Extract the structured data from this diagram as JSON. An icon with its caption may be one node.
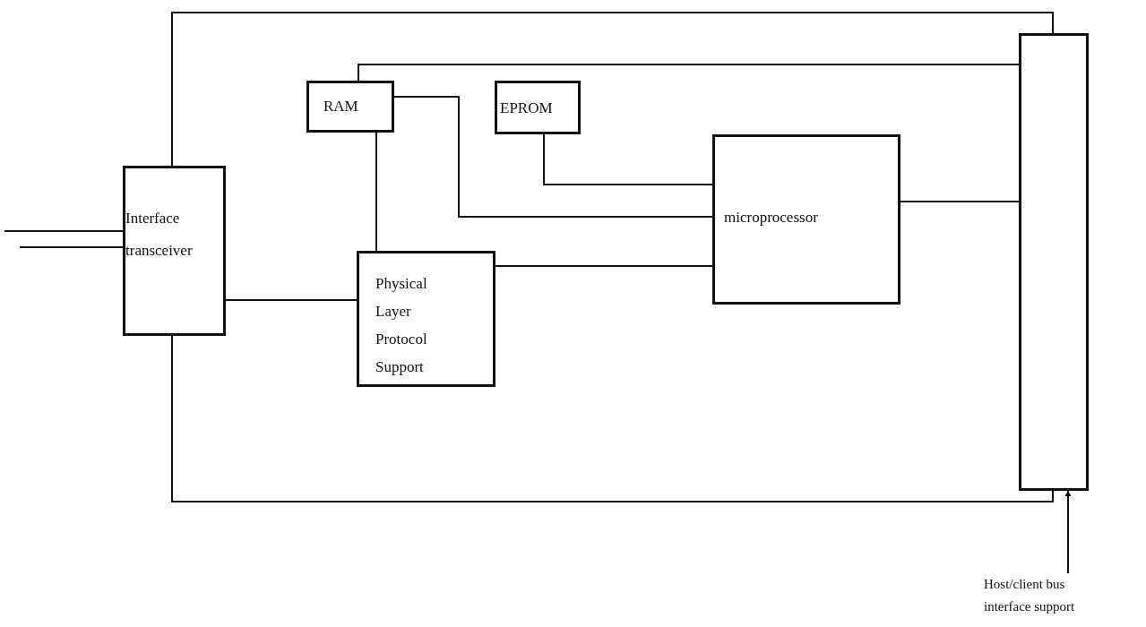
{
  "diagram": {
    "nodes": [
      {
        "text": [
          "RAM"
        ]
      },
      {
        "text": [
          "EPROM"
        ]
      },
      {
        "text": [
          "Interface transceiver"
        ]
      },
      {
        "text": [
          "microprocessor"
        ]
      },
      {
        "text": [
          "Physical Layer Protocol Support"
        ]
      },
      {
        "text": [],
        "shape": "bar"
      },
      {
        "text": [
          "Host/client bus interface support"
        ]
      }
    ],
    "edges": [
      {
        "from": 2,
        "to": 5,
        "arrow": "none"
      },
      {
        "from": 2,
        "to": 5,
        "arrow": "none"
      },
      {
        "from": 0,
        "to": 5,
        "arrow": "none"
      },
      {
        "from": 0,
        "to": 4,
        "arrow": "none"
      },
      {
        "from": 0,
        "to": 3,
        "arrow": "none"
      },
      {
        "from": 1,
        "to": 3,
        "arrow": "none"
      },
      {
        "from": 4,
        "to": 3,
        "arrow": "none"
      },
      {
        "from": 2,
        "to": 4,
        "arrow": "none"
      },
      {
        "from": 3,
        "to": 5,
        "arrow": "none"
      },
      {
        "from": null,
        "to": 2,
        "arrow": "none"
      },
      {
        "from": null,
        "to": 2,
        "arrow": "none"
      },
      {
        "from": 6,
        "to": 5,
        "arrow": "to"
      }
    ]
  }
}
